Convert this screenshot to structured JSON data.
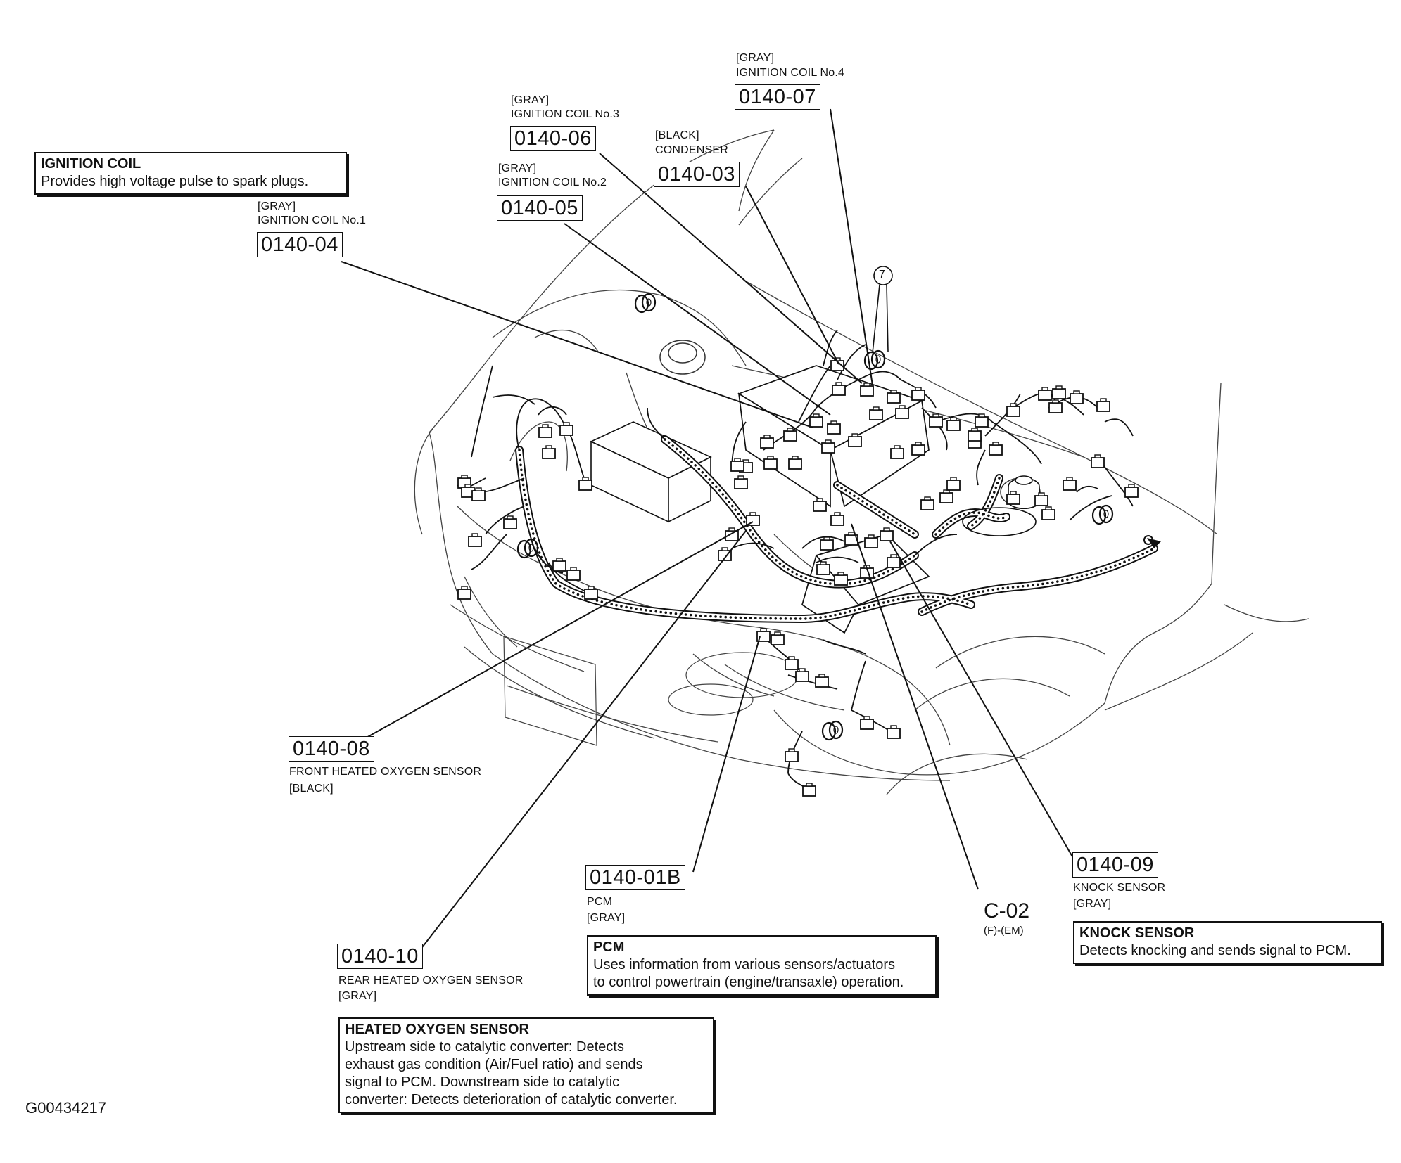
{
  "info_boxes": {
    "ignition_coil": {
      "title": "IGNITION COIL",
      "text": "Provides high voltage pulse to spark plugs."
    },
    "pcm": {
      "title": "PCM",
      "text": "Uses information from various sensors/actuators\nto control powertrain (engine/transaxle) operation."
    },
    "knock_sensor": {
      "title": "KNOCK SENSOR",
      "text": "Detects knocking and sends signal to PCM."
    },
    "heated_oxygen_sensor": {
      "title": "HEATED OXYGEN SENSOR",
      "text": "Upstream side to catalytic converter: Detects\nexhaust gas condition (Air/Fuel ratio) and sends\nsignal to PCM. Downstream side to catalytic\nconverter: Detects deterioration of catalytic converter."
    }
  },
  "connectors": {
    "c0140_04": {
      "code": "0140-04",
      "color": "[GRAY]",
      "name": "IGNITION COIL No.1"
    },
    "c0140_05": {
      "code": "0140-05",
      "color": "[GRAY]",
      "name": "IGNITION COIL No.2"
    },
    "c0140_06": {
      "code": "0140-06",
      "color": "[GRAY]",
      "name": "IGNITION COIL No.3"
    },
    "c0140_07": {
      "code": "0140-07",
      "color": "[GRAY]",
      "name": "IGNITION COIL No.4"
    },
    "c0140_03": {
      "code": "0140-03",
      "color": "[BLACK]",
      "name": "CONDENSER"
    },
    "c0140_08": {
      "code": "0140-08",
      "name": "FRONT HEATED OXYGEN SENSOR",
      "color": "[BLACK]"
    },
    "c0140_10": {
      "code": "0140-10",
      "name": "REAR HEATED OXYGEN SENSOR",
      "color": "[GRAY]"
    },
    "c0140_01b": {
      "code": "0140-01B",
      "name": "PCM",
      "color": "[GRAY]"
    },
    "c0140_09": {
      "code": "0140-09",
      "name": "KNOCK SENSOR",
      "color": "[GRAY]"
    }
  },
  "joint_connector": {
    "code": "C-02",
    "sub": "(F)-(EM)"
  },
  "ground_marker": "7",
  "figure_id": "G00434217"
}
